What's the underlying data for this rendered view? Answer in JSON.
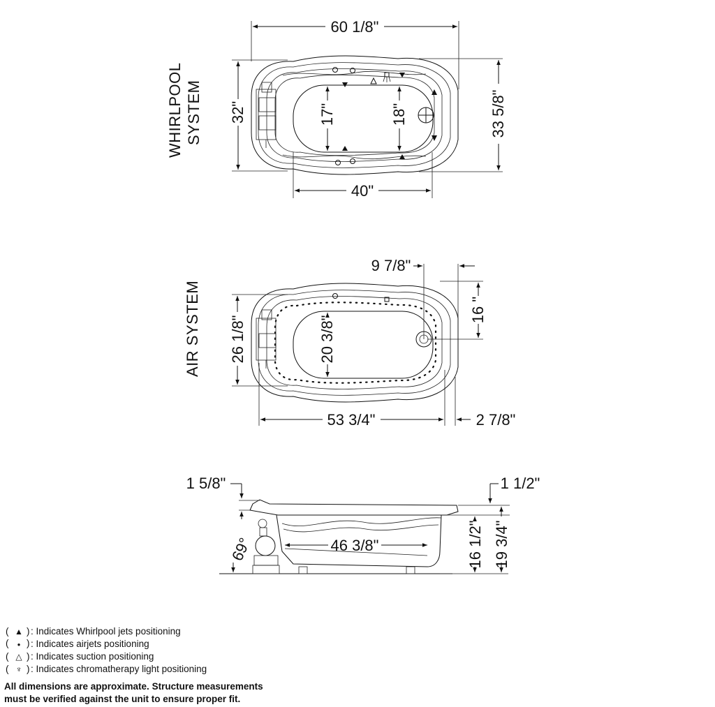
{
  "whirlpool": {
    "label_line1": "WHIRLPOOL",
    "label_line2": "SYSTEM",
    "dim_overall_length": "60 1/8\"",
    "dim_left_width": "32\"",
    "dim_right_width": "33 5/8\"",
    "dim_inner_left": "17\"",
    "dim_inner_right": "18\"",
    "dim_bottom_length": "40\""
  },
  "air": {
    "label": "AIR SYSTEM",
    "dim_drain_offset": "9 7/8\"",
    "dim_drain_height": "16 \"",
    "dim_outer_width": "26 1/8\"",
    "dim_inner_width": "20 3/8\"",
    "dim_length": "53 3/4\"",
    "dim_end": "2 7/8\""
  },
  "profile": {
    "dim_left_rim": "1 5/8\"",
    "dim_right_rim": "1 1/2\"",
    "dim_angle": "69°",
    "dim_bottom_length": "46 3/8\"",
    "dim_inner_depth": "16 1/2\"",
    "dim_total_depth": "19 3/4\""
  },
  "legend": [
    {
      "symbol": "▲",
      "text": ": Indicates Whirlpool jets positioning",
      "icon": "triangle-filled-icon"
    },
    {
      "symbol": "●",
      "text": ": Indicates airjets positioning",
      "icon": "dot-icon"
    },
    {
      "symbol": "△",
      "text": ": Indicates suction positioning",
      "icon": "triangle-outline-icon"
    },
    {
      "symbol": "♆",
      "text": ": Indicates chromatherapy light positioning",
      "icon": "chromatherapy-light-icon"
    }
  ],
  "note": {
    "line1": "All dimensions are approximate. Structure measurements",
    "line2": "must be verified against the unit to ensure proper fit."
  }
}
